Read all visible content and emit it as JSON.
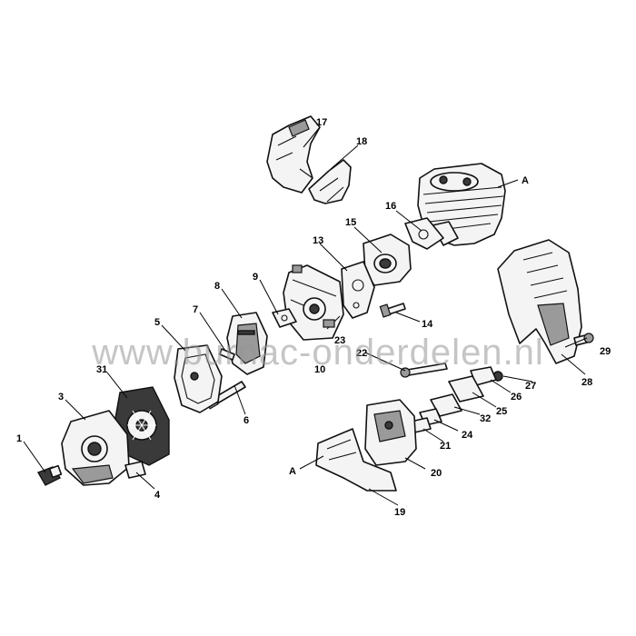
{
  "watermark": "www.burnac-onderdelen.nl",
  "callouts": {
    "c1": "1",
    "c3": "3",
    "c4": "4",
    "c5": "5",
    "c6": "6",
    "c7": "7",
    "c8": "8",
    "c9": "9",
    "c10": "10",
    "c13": "13",
    "c14": "14",
    "c15": "15",
    "c16": "16",
    "c17": "17",
    "c18": "18",
    "c19": "19",
    "c20": "20",
    "c21": "21",
    "c22": "22",
    "c23": "23",
    "c24": "24",
    "c25": "25",
    "c26": "26",
    "c27": "27",
    "c28": "28",
    "c29": "29",
    "c31": "31",
    "c32": "32",
    "cA_cylinder": "A",
    "cA_shield": "A"
  },
  "colors": {
    "line": "#111111",
    "watermark": "#969696",
    "background": "#ffffff"
  }
}
